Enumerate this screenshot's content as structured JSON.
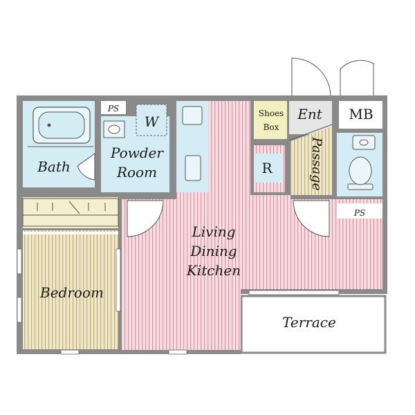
{
  "floor_plan": {
    "rooms": {
      "bath": "Bath",
      "powder_room_line1": "Powder",
      "powder_room_line2": "Room",
      "washer": "W",
      "ps_top": "PS",
      "ps_right": "PS",
      "shoes_box_line1": "Shoes",
      "shoes_box_line2": "Box",
      "entrance": "Ent",
      "meter_box": "MB",
      "refrigerator": "R",
      "passage": "Passage",
      "ldk_line1": "Living",
      "ldk_line2": "Dining",
      "ldk_line3": "Kitchen",
      "bedroom": "Bedroom",
      "terrace": "Terrace"
    },
    "colors": {
      "wall": "#8a8a8a",
      "water_area": "#d4edf4",
      "ldk_floor": "#f6dde3",
      "ldk_stripe": "#d9949f",
      "bedroom_floor": "#efe7c8",
      "bedroom_stripe": "#bfae7c",
      "closet": "#f3efcf",
      "shoes_box": "#f4efbe",
      "entrance_floor": "#e6e6e6"
    }
  }
}
